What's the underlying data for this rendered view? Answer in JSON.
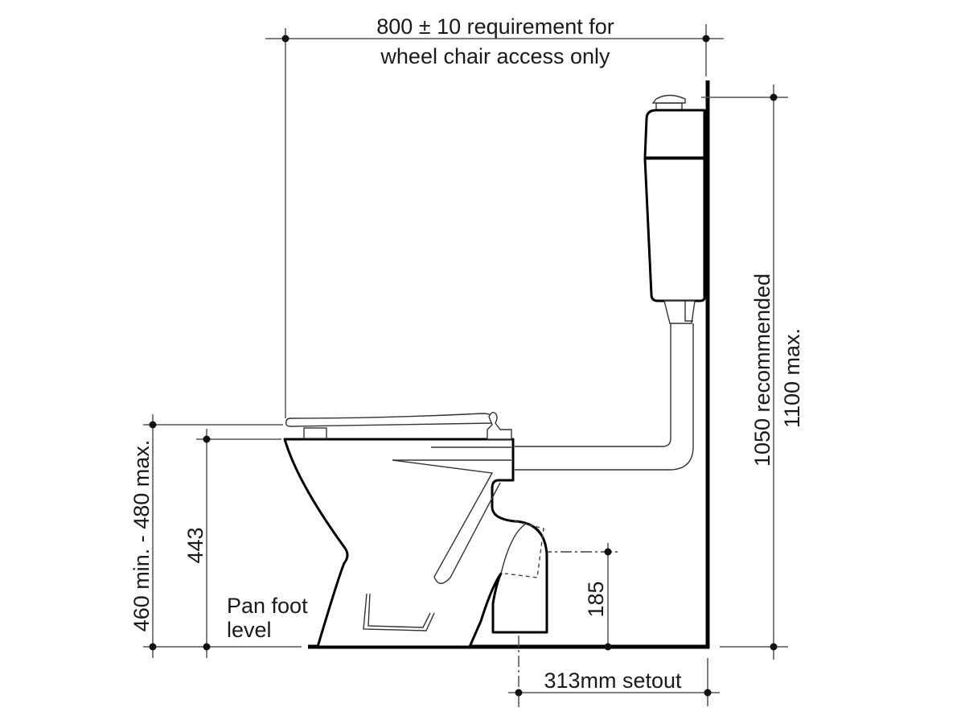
{
  "diagram": {
    "subject": "Toilet suite side elevation with installation dimensions",
    "dimensions": {
      "top_width": {
        "line1": "800 ± 10 requirement for",
        "line2": "wheel chair access only"
      },
      "cistern_height": {
        "line1": "1050 recommended",
        "line2": "1100 max."
      },
      "seat_height_range": "460 min. - 480 max.",
      "pan_height": "443",
      "outlet_height": "185",
      "setout": "313mm setout"
    },
    "labels": {
      "pan_foot_line1": "Pan foot",
      "pan_foot_line2": "level"
    },
    "colors": {
      "ink": "#000000",
      "dimension_lines": "#555555",
      "background": "#ffffff"
    }
  }
}
